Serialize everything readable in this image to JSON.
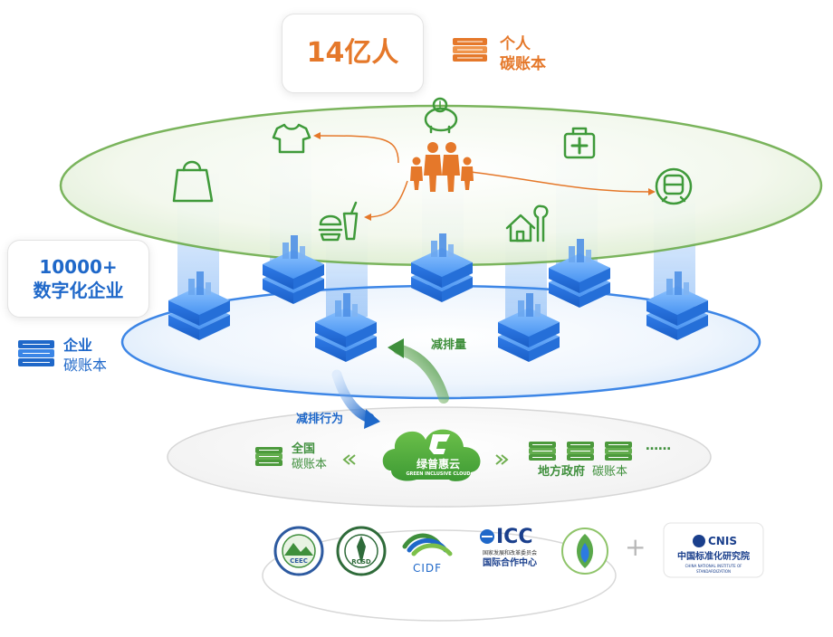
{
  "personal": {
    "count": "14亿人",
    "label_line1": "个人",
    "label_line2": "碳账本"
  },
  "enterprise": {
    "count": "10000+",
    "subtitle": "数字化企业",
    "label_line1": "企业",
    "label_line2": "碳账本"
  },
  "flows": {
    "reduction_amount": "减排量",
    "reduction_behavior": "减排行为"
  },
  "platform": {
    "name_cn": "绿普惠云",
    "name_en": "GREEN INCLUSIVE CLOUD"
  },
  "national": {
    "line1": "全国",
    "line2": "碳账本"
  },
  "local": {
    "label_gov": "地方政府",
    "label_book": "碳账本",
    "ellipsis": "……"
  },
  "partners": {
    "ceec": "CEEC",
    "rcsd": "RCSD",
    "cidf": "CIDF",
    "icc_main": "ICC",
    "icc_sub1": "国家发展和改革委员会",
    "icc_cn": "国际合作中心",
    "plus": "+",
    "cnis_mark": "CNIS",
    "cnis_cn": "中国标准化研究院",
    "cnis_en": "CHINA NATIONAL INSTITUTE OF STANDARDIZATION"
  },
  "colors": {
    "orange": "#e5782a",
    "green": "#5aa84a",
    "blue": "#2d7be0"
  }
}
